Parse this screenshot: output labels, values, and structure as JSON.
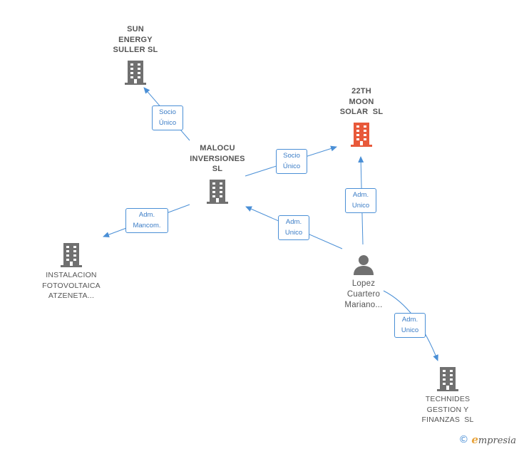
{
  "nodes": {
    "sun_energy": {
      "label_lines": [
        "SUN",
        "ENERGY",
        "SULLER SL"
      ]
    },
    "moon_solar": {
      "label_lines": [
        "22TH",
        "MOON",
        "SOLAR  SL"
      ]
    },
    "malocu": {
      "label_lines": [
        "MALOCU",
        "INVERSIONES",
        "SL"
      ]
    },
    "instalacion": {
      "label_lines": [
        "INSTALACION",
        "FOTOVOLTAICA",
        "ATZENETA..."
      ]
    },
    "lopez": {
      "label_lines": [
        "Lopez",
        "Cuartero",
        "Mariano..."
      ]
    },
    "technides": {
      "label_lines": [
        "TECHNIDES",
        "GESTION Y",
        "FINANZAS  SL"
      ]
    }
  },
  "edges": {
    "malocu_sun": [
      "Socio",
      "Único"
    ],
    "malocu_moon": [
      "Socio",
      "Único"
    ],
    "malocu_instalacion": [
      "Adm.",
      "Mancom."
    ],
    "lopez_malocu": [
      "Adm.",
      "Unico"
    ],
    "lopez_moon": [
      "Adm.",
      "Unico"
    ],
    "lopez_technides": [
      "Adm.",
      "Unico"
    ]
  },
  "footer": {
    "copyright": "©",
    "brand_initial": "e",
    "brand_rest": "mpresia"
  },
  "colors": {
    "building": "#707070",
    "focus_building": "#e8593a",
    "edge": "#4a8fd6",
    "person": "#707070"
  },
  "icons": {
    "company": "building-icon",
    "person": "person-icon"
  }
}
